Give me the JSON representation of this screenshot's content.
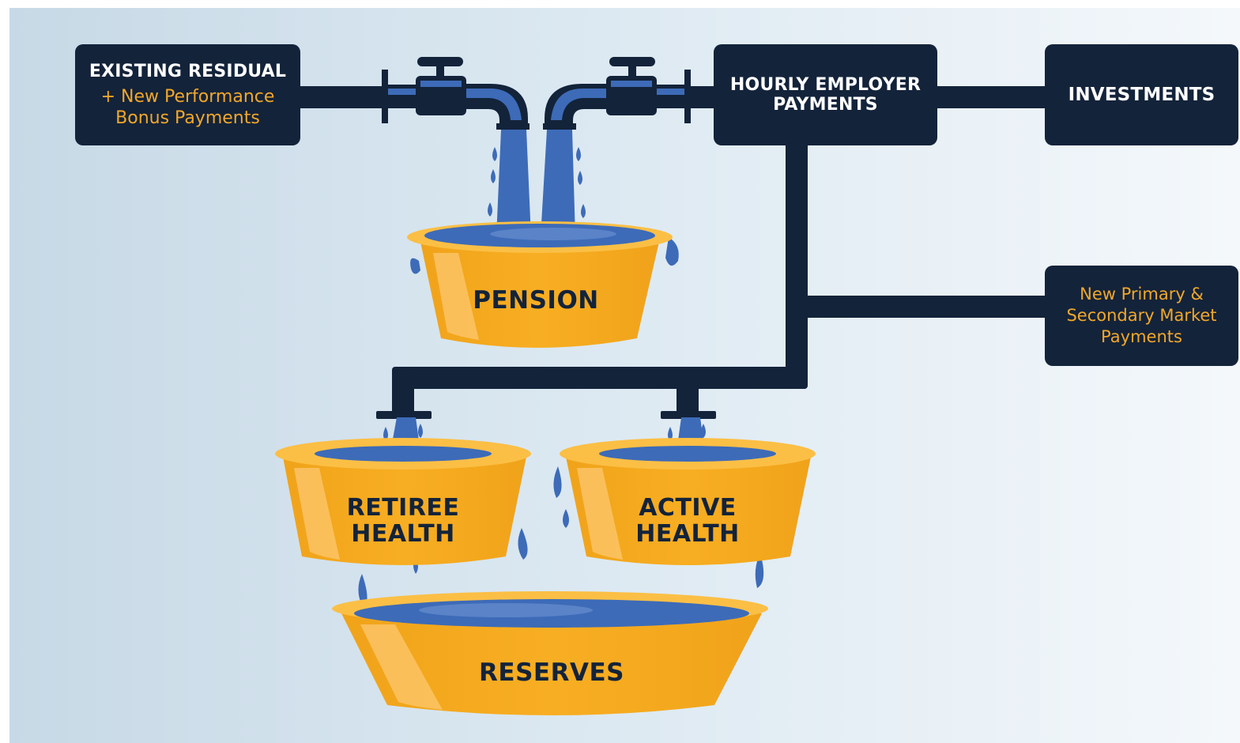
{
  "sources": {
    "existing_residual": {
      "title": "EXISTING RESIDUAL",
      "subtitle": "+ New Performance\nBonus Payments"
    },
    "hourly_employer_payments": {
      "title": "HOURLY EMPLOYER\nPAYMENTS"
    },
    "investments": {
      "title": "INVESTMENTS"
    },
    "market_payments": {
      "subtitle": "New Primary &\nSecondary Market\nPayments"
    }
  },
  "buckets": {
    "pension": "PENSION",
    "retiree_health": "RETIREE\nHEALTH",
    "active_health": "ACTIVE\nHEALTH",
    "reserves": "RESERVES"
  },
  "colors": {
    "navy": "#13233a",
    "bucket_orange": "#f5a81f",
    "bucket_rim": "#fbbf45",
    "water_blue": "#3d6bb8",
    "water_light": "#6e93d2",
    "accent_text": "#f2a72a"
  },
  "icons": {
    "left_faucet": "faucet-icon",
    "right_faucet": "faucet-icon",
    "drop": "water-drop-icon"
  }
}
